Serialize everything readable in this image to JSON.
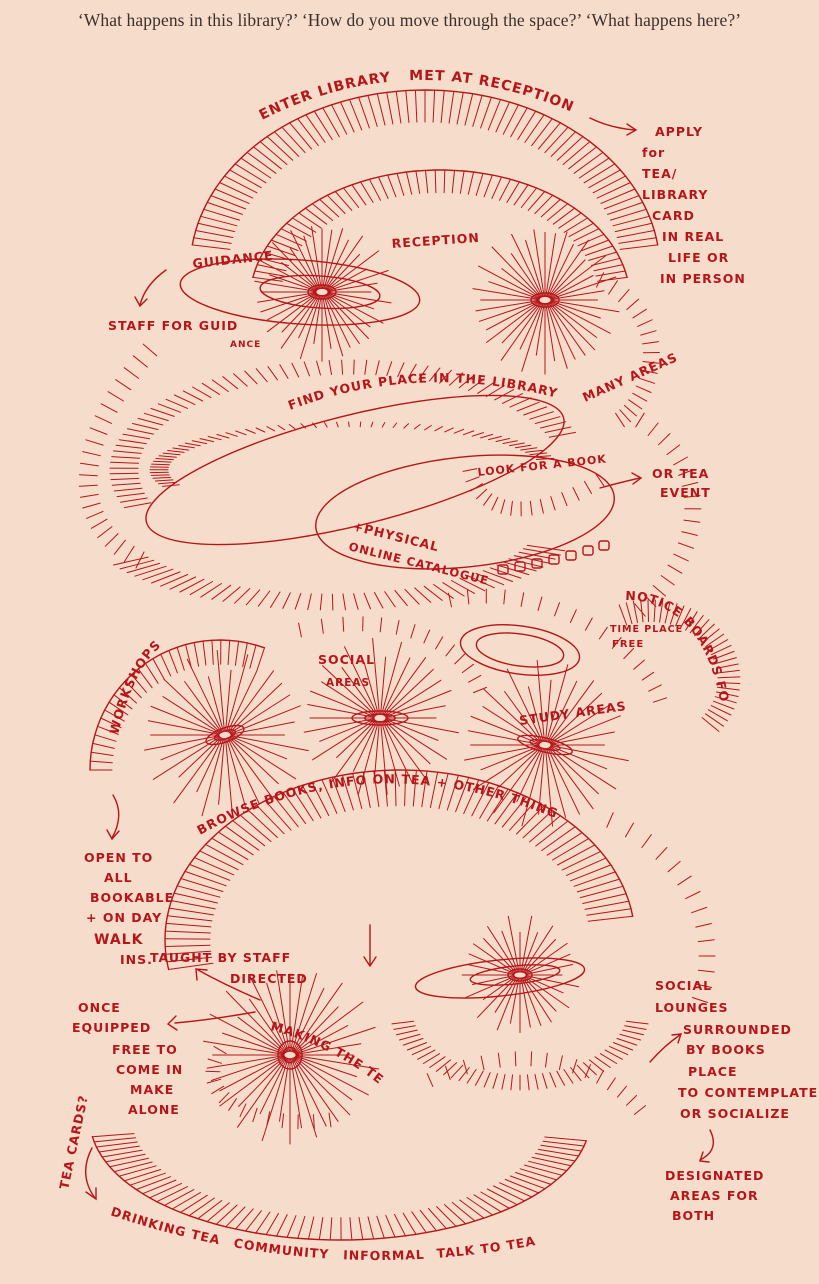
{
  "header": {
    "questions": "‘What happens in this library?’ ‘How do you move through the space?’ ‘What happens here?’"
  },
  "colors": {
    "background": "#f6dccb",
    "ink": "#b5161a",
    "header_text": "#3a2f2a"
  },
  "labels": {
    "enter_library": "ENTER LIBRARY",
    "met_at_reception": "MET AT RECEPTION",
    "apply_1": "APPLY",
    "apply_2": "for",
    "apply_3": "TEA/",
    "apply_4": "LIBRARY",
    "apply_5": "CARD",
    "apply_6": "IN REAL",
    "apply_7": "LIFE OR",
    "apply_8": "IN PERSON",
    "guidance": "GUIDANCE",
    "reception": "RECEPTION",
    "staff_for_guid": "STAFF FOR GUID",
    "ance": "ANCE",
    "find_your_place": "FIND YOUR PLACE IN THE LIBRARY",
    "many_areas": "MANY AREAS",
    "look_for_book": "LOOK FOR A BOOK",
    "or_tea": "OR TEA",
    "event": "EVENT",
    "physical": "+PHYSICAL",
    "online_catalogue": "ONLINE CATALOGUE",
    "notice_boards": "NOTICE BOARDS FOR INFO",
    "time_place_1": "TIME PLACE",
    "time_place_2": "FREE",
    "social_1": "SOCIAL",
    "social_2": "AREAS",
    "study_areas": "STUDY AREAS",
    "workshops": "WORKSHOPS",
    "browse_books": "BROWSE BOOKS, INFO ON TEA + OTHER THINGS",
    "open_1": "OPEN TO",
    "open_2": "ALL",
    "open_3": "BOOKABLE",
    "open_4": "+ ON DAY",
    "open_5": "WALK",
    "open_6": "INS.",
    "taught_1": "TAUGHT BY STAFF",
    "taught_2": "DIRECTED",
    "making_tea": "MAKING THE TEA",
    "once_1": "ONCE",
    "once_2": "EQUIPPED",
    "once_3": "FREE TO",
    "once_4": "COME IN",
    "once_5": "MAKE",
    "once_6": "ALONE",
    "social_lounges_1": "SOCIAL",
    "social_lounges_2": "LOUNGES",
    "surrounded_1": "SURROUNDED",
    "surrounded_2": "BY BOOKS",
    "place_1": "PLACE",
    "place_2": "TO CONTEMPLATE",
    "place_3": "OR SOCIALIZE",
    "designated_1": "DESIGNATED",
    "designated_2": "AREAS FOR",
    "designated_3": "BOTH",
    "tea_cards": "TEA CARDS?",
    "drinking_tea": "DRINKING TEA",
    "community": "COMMUNITY",
    "informal": "INFORMAL",
    "talk_to_tea": "TALK TO TEA"
  }
}
